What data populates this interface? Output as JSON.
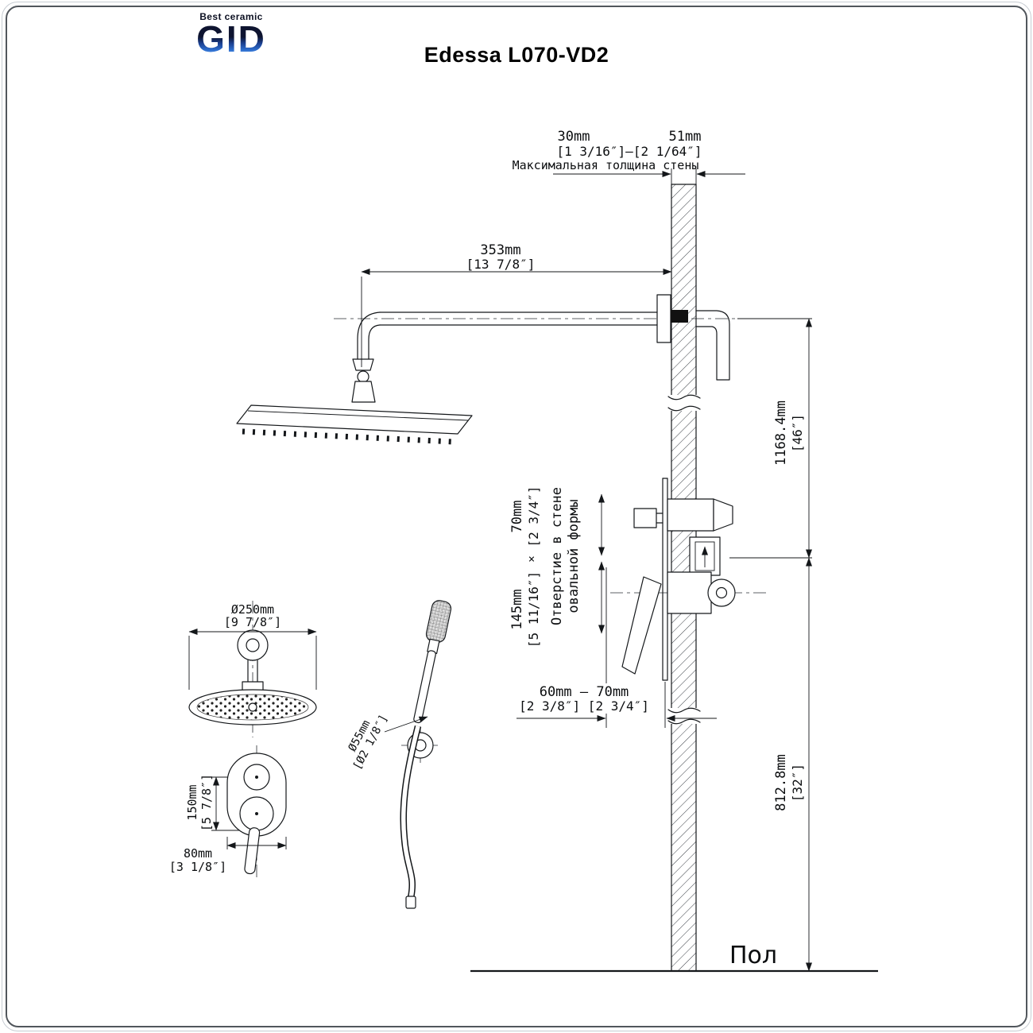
{
  "logo": {
    "tagline": "Best ceramic",
    "brand": "GID"
  },
  "title": "Edessa L070-VD2",
  "floor_label": "Пол",
  "colors": {
    "ink": "#14171a",
    "logo_blue": "#2e6fd0"
  },
  "dims": {
    "wall_min_mm": "30mm",
    "wall_max_mm": "51mm",
    "wall_inch": "[1 3/16″]—[2 1/64″]",
    "wall_note": "Максимальная толщина стены",
    "arm_mm": "353mm",
    "arm_inch": "[13 7/8″]",
    "height_top_mm": "1168.4mm",
    "height_top_inch": "[46″]",
    "hole_w_mm": "70mm",
    "hole_w_inch": "[2 3/4″]",
    "times": "×",
    "hole_h_mm": "145mm",
    "hole_h_inch": "[5 11/16″]",
    "hole_note1": "Отверстие в стене",
    "hole_note2": "овальной формы",
    "depth_mm": "60mm — 70mm",
    "depth_inch": "[2 3/8″] [2 3/4″]",
    "height_bottom_mm": "812.8mm",
    "height_bottom_inch": "[32″]",
    "head_d_mm": "Ø250mm",
    "head_d_inch": "[9 7/8″]",
    "plate_h_mm": "150mm",
    "plate_h_inch": "[5 7/8″]",
    "plate_w_mm": "80mm",
    "plate_w_inch": "[3 1/8″]",
    "hand_d_mm": "Ø55mm",
    "hand_d_inch": "[Ø2 1/8″]"
  }
}
